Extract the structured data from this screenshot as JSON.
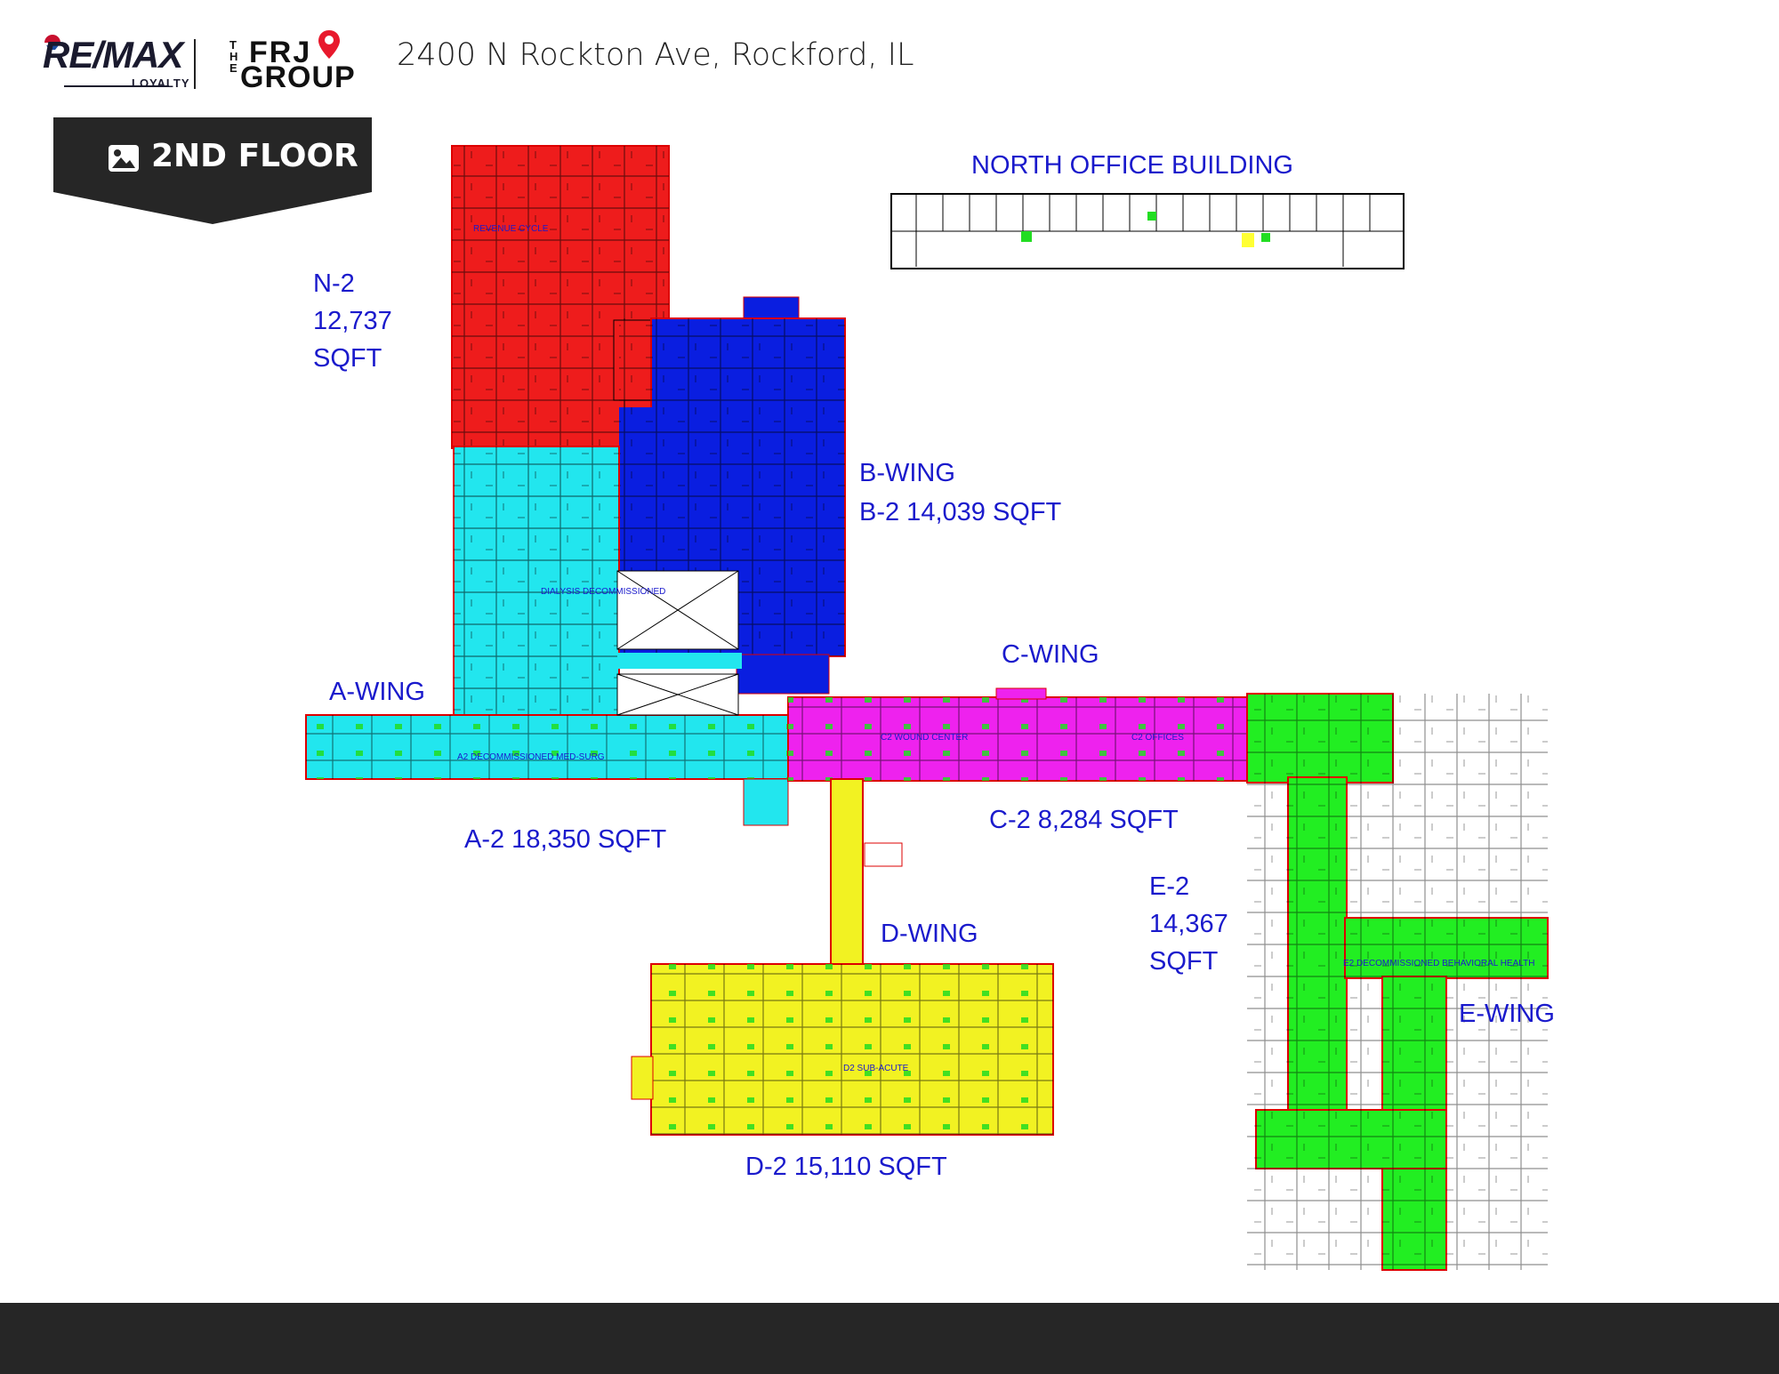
{
  "header": {
    "brand_remax": "RE/MAX",
    "brand_remax_sub": "LOYALTY",
    "brand_frj_the": "THE",
    "brand_frj_top": "FRJ",
    "brand_frj_bottom": "GROUP",
    "address": "2400 N Rockton Ave, Rockford, IL"
  },
  "floor": {
    "label": "2ND FLOOR"
  },
  "labels": {
    "n2": "N-2\n12,737\nSQFT",
    "b_wing": "B-WING",
    "b2": "B-2 14,039 SQFT",
    "north_office": "NORTH OFFICE BUILDING",
    "c_wing": "C-WING",
    "a_wing": "A-WING",
    "a2": "A-2 18,350 SQFT",
    "c2": "C-2 8,284 SQFT",
    "e2": "E-2\n14,367\nSQFT",
    "d_wing": "D-WING",
    "e_wing": "E-WING",
    "d2": "D-2 15,110 SQFT"
  },
  "room_labels": {
    "revenue": "REVENUE CYCLE",
    "dialysis": "DIALYSIS DECOMMISSIONED",
    "a2_decom": "A2 DECOMMISSIONED MED-SURG",
    "c2_wound": "C2 WOUND CENTER",
    "c2_offices": "C2 OFFICES",
    "d2_sub": "D2 SUB-ACUTE",
    "e2_decom": "E2 DECOMMISSIONED BEHAVIORAL HEALTH"
  },
  "colors": {
    "n_wing": "#ee1c1c",
    "b_wing": "#0a1ee0",
    "a_wing": "#22e6ee",
    "c_wing": "#ee22ee",
    "d_wing": "#f2f222",
    "e_wing": "#22ee22",
    "label_blue": "#1a1acc",
    "banner": "#262626",
    "footer": "#262626"
  },
  "icons": [
    "image-icon",
    "map-pin-icon"
  ]
}
